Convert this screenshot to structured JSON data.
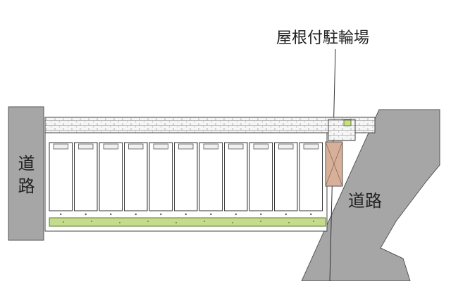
{
  "labels": {
    "covered_bicycle_parking": "屋根付駐輪場",
    "road_left": "道路",
    "road_right": "道路"
  },
  "colors": {
    "road_fill": "#a6a6a6",
    "road_stroke": "#555555",
    "outline": "#444444",
    "wall_fill": "#f4f4f4",
    "bicycle_parking_fill": "#d8b09a",
    "planting_fill": "#c5dc8c",
    "highlight_fill": "#c8e27a"
  },
  "parking_space_count": 11
}
